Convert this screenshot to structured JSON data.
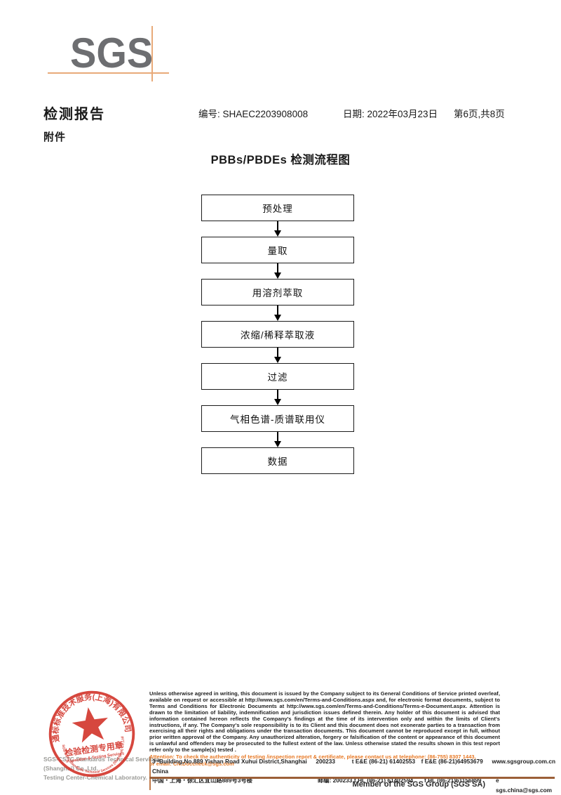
{
  "header": {
    "logo": "SGS",
    "title": "检测报告",
    "report_no": "编号: SHAEC2203908008",
    "date": "日期: 2022年03月23日",
    "page_info": "第6页,共8页",
    "attachment": "附件"
  },
  "flowchart": {
    "title": "PBBs/PBDEs 检测流程图",
    "steps": [
      "预处理",
      "量取",
      "用溶剂萃取",
      "浓缩/稀释萃取液",
      "过滤",
      "气相色谱-质谱联用仪",
      "数据"
    ]
  },
  "stamp": {
    "ring_text_top": "通标标准技术服务(上海)有限公司",
    "ring_text_bottom": "SGS-CSTC Standards Technical Services (Shanghai) Co.,Ltd",
    "line1": "检验检测专用章",
    "line2": "Inspection & Testing Services",
    "color": "#d2342a"
  },
  "company": {
    "line1": "SGS-CSTC Standards Technical Services (Shanghai) Co.,Ltd.",
    "line2": "Testing Center-Chemical Laboratory."
  },
  "legal": {
    "paragraph": "Unless otherwise agreed in writing, this document is issued by the Company subject to its General Conditions of Service printed overleaf, available on request or accessible at http://www.sgs.com/en/Terms-and-Conditions.aspx and, for electronic format documents, subject to Terms and Conditions for Electronic Documents at http://www.sgs.com/en/Terms-and-Conditions/Terms-e-Document.aspx. Attention is drawn to the limitation of liability, indemnification and jurisdiction issues defined therein. Any holder of this document is advised that information contained hereon reflects the Company's findings at the time of its intervention only and within the limits of Client's instructions, if any. The Company's sole responsibility is to its Client and this document does not exonerate parties to a transaction from exercising all their rights and obligations under the transaction documents. This document cannot be reproduced except in full, without prior written approval of the Company. Any unauthorized alteration, forgery or falsification of the content or appearance of this document is unlawful and offenders may be prosecuted to the fullest extent of the law. Unless otherwise stated the results shown in this test report refer only to the sample(s) tested .",
    "attention_line1": "Attention: To check the authenticity of testing /inspection report & certificate, please contact us at telephone: (86-755) 8307 1443,",
    "attention_line2": "or email: CN.Doccheck@sgs.com"
  },
  "address": {
    "rows": [
      {
        "addr": "3ʳᵈBuilding,No.889 Yishan Road Xuhui District,Shanghai China",
        "post": "200233",
        "tel": "t E&E (86-21) 61402553",
        "fax": "f E&E (86-21)64953679",
        "net": "www.sgsgroup.com.cn"
      },
      {
        "addr": "中国・上海・徐汇区宜山路889号3号楼",
        "post": "邮编: 200233",
        "tel": "t HL (86-21) 61402594",
        "fax": "f HL (86-21)61156899",
        "net": "e  sgs.china@sgs.com"
      }
    ]
  },
  "footer": {
    "member": "Member of the SGS Group (SGS SA)"
  }
}
